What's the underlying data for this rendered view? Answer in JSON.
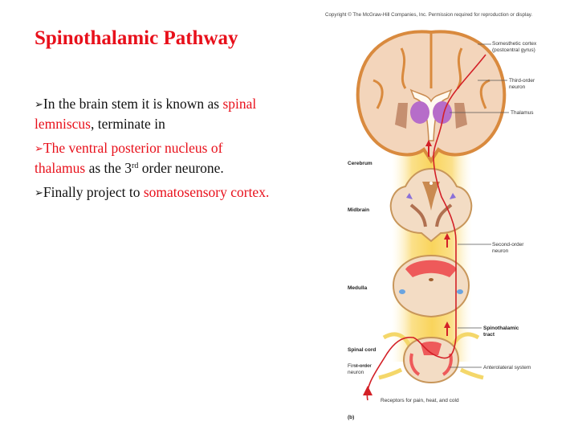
{
  "slide": {
    "title": "Spinothalamic Pathway",
    "bullets": [
      {
        "marker": "➢",
        "segments": [
          {
            "text": "In the brain stem it is known as ",
            "color": "black"
          },
          {
            "text": "spinal lemniscus",
            "color": "red"
          },
          {
            "text": ", terminate in",
            "color": "black"
          }
        ]
      },
      {
        "marker": "➢",
        "marker_color": "red",
        "segments": [
          {
            "text": "The ventral posterior nucleus of thalamus",
            "color": "red"
          },
          {
            "text": " as the 3",
            "color": "black"
          },
          {
            "text": "rd",
            "color": "black",
            "sup": true
          },
          {
            "text": " order neurone.",
            "color": "black"
          }
        ]
      },
      {
        "marker": "➢",
        "segments": [
          {
            "text": "Finally project to ",
            "color": "black"
          },
          {
            "text": "somatosensory cortex.",
            "color": "red"
          }
        ]
      }
    ]
  },
  "figure": {
    "copyright": "Copyright © The McGraw-Hill Companies, Inc. Permission required for reproduction or display.",
    "panel_label": "(b)",
    "region_labels": {
      "cerebrum": "Cerebrum",
      "midbrain": "Midbrain",
      "medulla": "Medulla",
      "spinal_cord": "Spinal cord"
    },
    "callouts": {
      "somesthetic_cortex": "Somesthetic cortex\n(postcentral gyrus)",
      "third_order": "Third-order\nneuron",
      "thalamus": "Thalamus",
      "second_order": "Second-order\nneuron",
      "spinothalamic_tract": "Spinothalamic\ntract",
      "first_order": "First-order\nneuron",
      "anterolateral": "Anterolateral system",
      "receptors": "Receptors for pain, heat, and cold"
    },
    "colors": {
      "accent_red": "#e8101b",
      "pathway_red": "#d32027",
      "brain_tissue": "#f3d5bb",
      "brain_outline": "#d98a3e",
      "glow": "#fbe08a",
      "thalamus_purple": "#b66dc9"
    }
  }
}
